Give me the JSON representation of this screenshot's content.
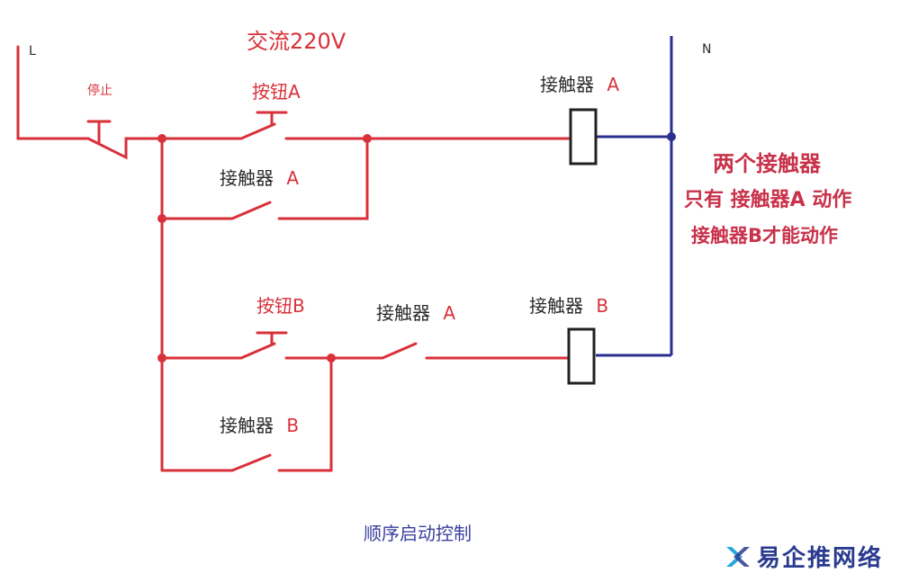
{
  "labels": {
    "L": "L",
    "N": "N",
    "voltage": "交流220V",
    "stop": "停止",
    "button_a": "按钮A",
    "contactor_a_coil": "接触器",
    "contactor_a_coil_letter": "A",
    "contactor_a_hold": "接触器",
    "contactor_a_hold_letter": "A",
    "button_b": "按钮B",
    "contactor_a_interlock": "接触器",
    "contactor_a_interlock_letter": "A",
    "contactor_b_coil": "接触器",
    "contactor_b_coil_letter": "B",
    "contactor_b_hold": "接触器",
    "contactor_b_hold_letter": "B"
  },
  "note": {
    "line1": "两个接触器",
    "line2": "只有 接触器A 动作",
    "line3": "接触器B才能动作"
  },
  "caption": "顺序启动控制",
  "watermark": "易企推网络",
  "colors": {
    "wire_red": "#d9313a",
    "wire_blue": "#2a2f8f",
    "coil": "#222222"
  }
}
